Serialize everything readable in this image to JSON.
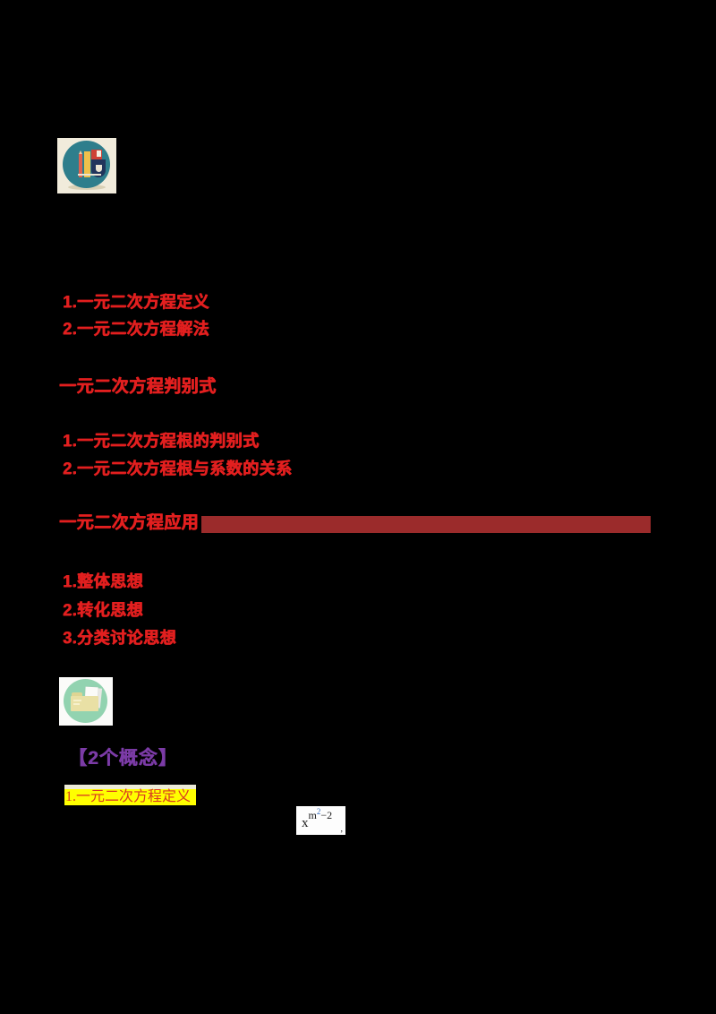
{
  "colors": {
    "page_bg": "#000000",
    "accent_red": "#e21f1f",
    "bar_maroon": "#9b2b2b",
    "purple": "#7b3ba6",
    "highlight_yellow": "#ffff00",
    "highlight_top": "#ecebd8",
    "heading_red": "#d93a21",
    "sup_blue": "#3a6fbf",
    "icon1_circle_teal": "#2e7e8c",
    "icon1_square_cream": "#f1ebdb",
    "icon2_circle_mint": "#92d3b0"
  },
  "icons": {
    "books_icon": "books-and-ruler-on-teal-circle",
    "folder_icon": "folder-with-documents-on-mint-circle"
  },
  "toc": {
    "concept_items": [
      "1.一元二次方程定义",
      "2.一元二次方程解法"
    ],
    "discriminant_header": "一元二次方程判别式",
    "discriminant_items": [
      "1.一元二次方程根的判别式",
      "2.一元二次方程根与系数的关系"
    ],
    "application_header": "一元二次方程应用",
    "thought_items": [
      "1.整体思想",
      "2.转化思想",
      "3.分类讨论思想"
    ]
  },
  "body_section": {
    "bracket_heading": "【2个概念】",
    "topic_heading": "1.一元二次方程定义",
    "formula": {
      "base": "x",
      "sup_base": "m",
      "sup_exp": "2",
      "sup_rest": "−2",
      "trailing": ","
    }
  }
}
